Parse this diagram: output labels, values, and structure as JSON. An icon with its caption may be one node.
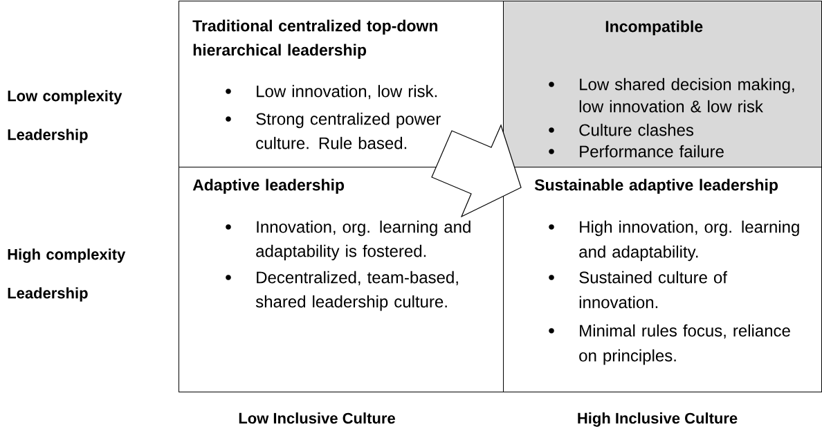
{
  "diagram": {
    "nodes": [
      {
        "text": [
          "Traditional centralized top-down hierarchical leadership",
          "Low innovation, low risk.",
          "Strong centralized power culture. Rule based."
        ]
      },
      {
        "text": [
          "Incompatible",
          "Low shared decision making, low innovation & low risk",
          "Culture clashes",
          "Performance failure"
        ]
      },
      {
        "text": [
          "Adaptive leadership",
          "Innovation, org. learning and adaptability is fostered.",
          "Decentralized, team-based, shared leadership culture."
        ]
      },
      {
        "text": [
          "Sustainable adaptive leadership",
          "High innovation, org. learning and adaptability.",
          "Sustained culture of innovation.",
          "Minimal rules focus, reliance on principles."
        ]
      }
    ],
    "edges": [
      {
        "from": 0,
        "to": 3,
        "arrow": "to"
      }
    ],
    "labels": [
      "Low complexity Leadership",
      "High complexity Leadership",
      "Low Inclusive Culture",
      "High Inclusive Culture"
    ]
  }
}
